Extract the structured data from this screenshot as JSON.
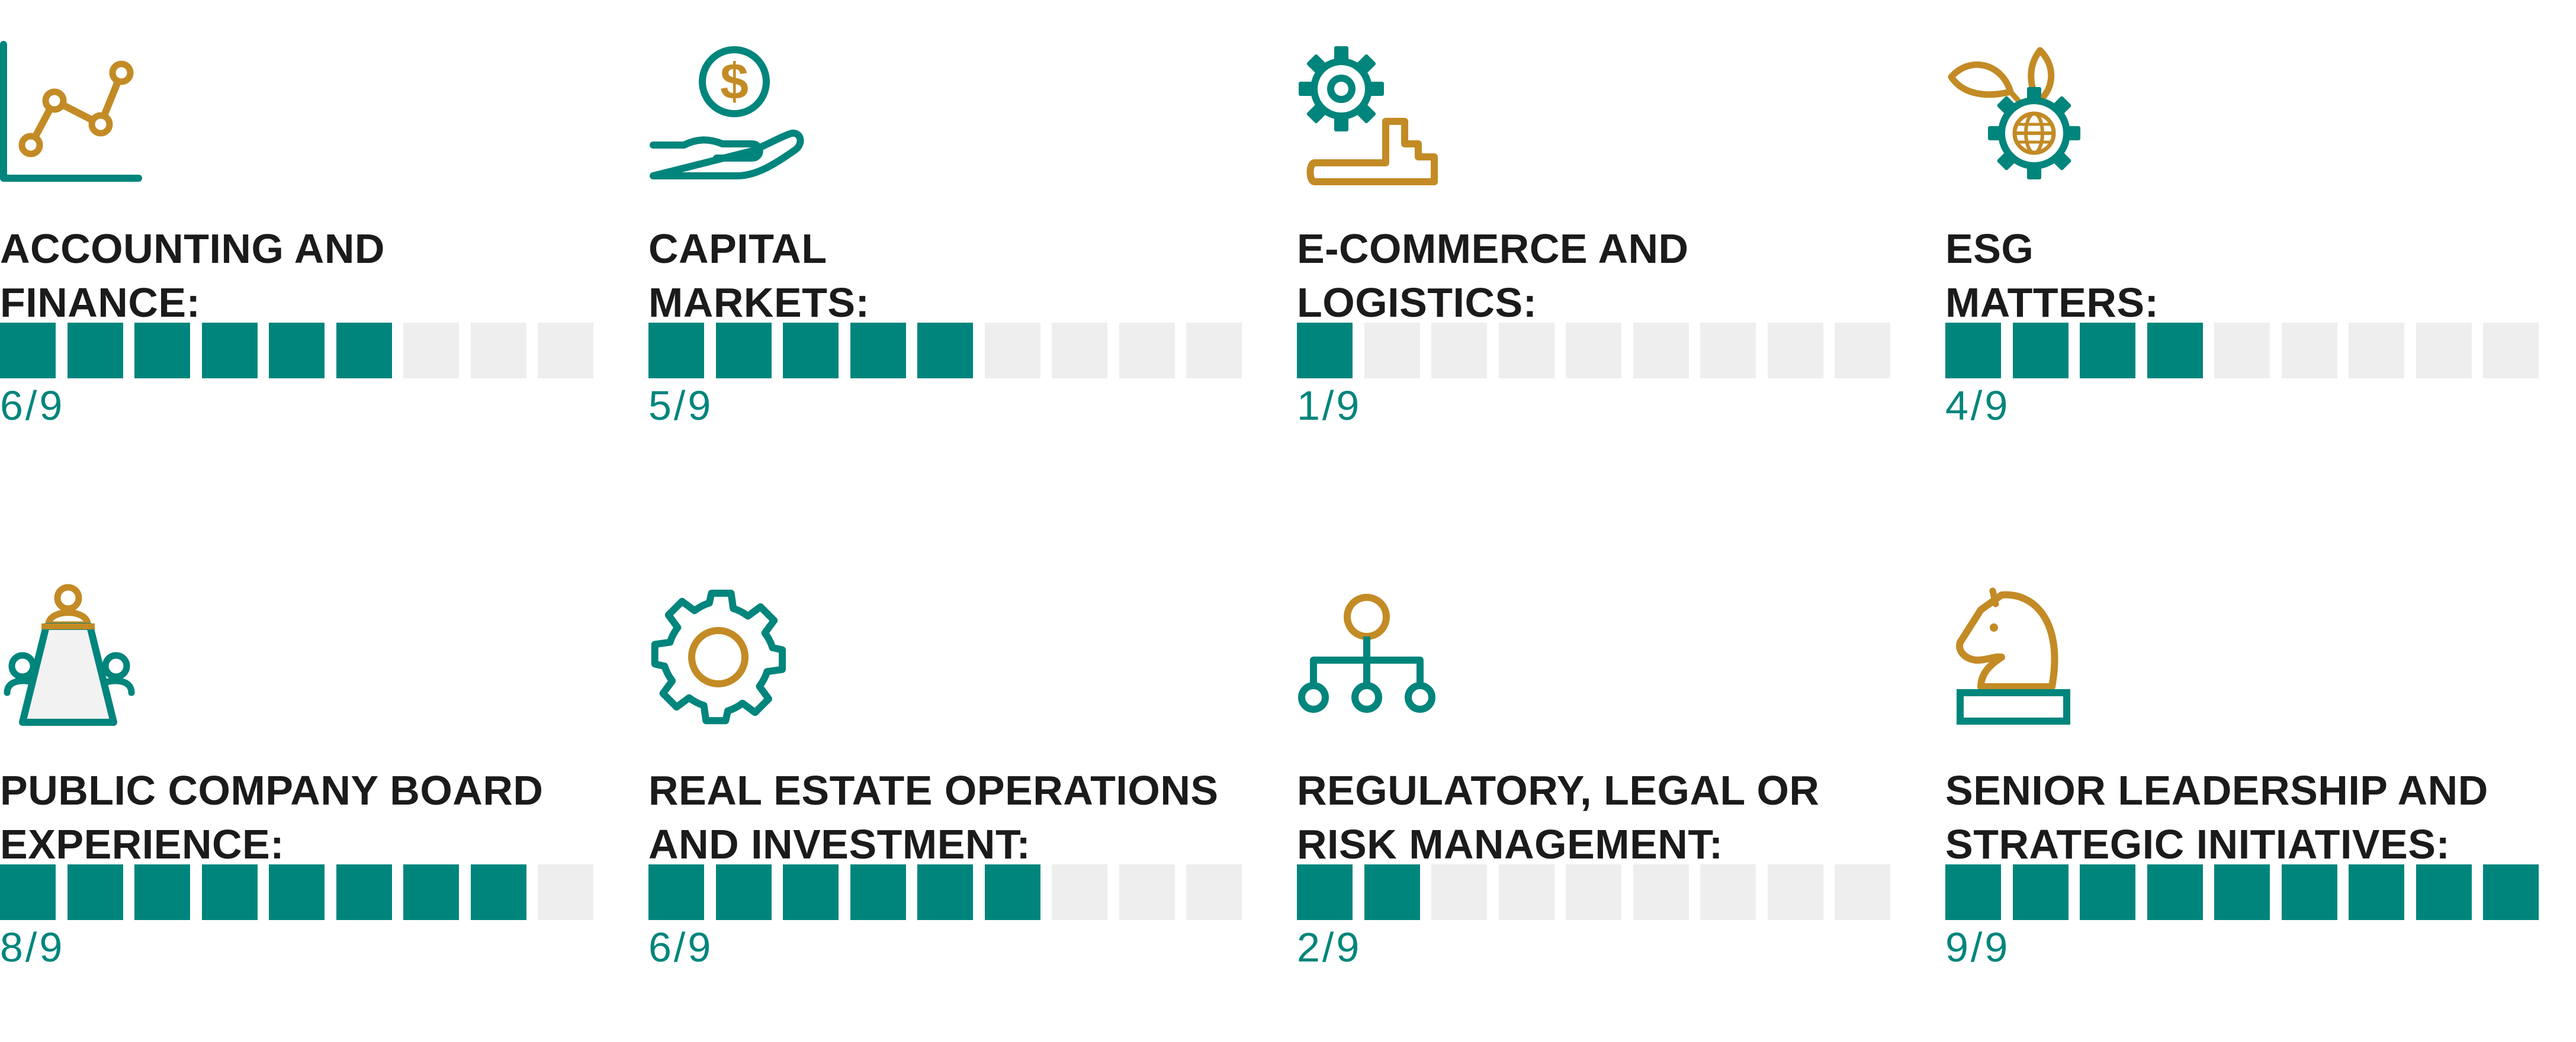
{
  "colors": {
    "teal": "#00857c",
    "gold": "#c38b25",
    "empty": "#eeeeee",
    "text": "#1b1b1b"
  },
  "skills": [
    {
      "icon": "line-chart-icon",
      "label_lines": [
        "ACCOUNTING AND",
        "FINANCE:"
      ],
      "filled": 6,
      "total": 9,
      "score": "6/9"
    },
    {
      "icon": "coin-hand-icon",
      "label_lines": [
        "CAPITAL",
        "MARKETS:"
      ],
      "filled": 5,
      "total": 9,
      "score": "5/9"
    },
    {
      "icon": "gear-conveyor-icon",
      "label_lines": [
        "E-COMMERCE AND",
        "LOGISTICS:"
      ],
      "filled": 1,
      "total": 9,
      "score": "1/9"
    },
    {
      "icon": "leaf-globe-gear-icon",
      "label_lines": [
        "ESG",
        "MATTERS:"
      ],
      "filled": 4,
      "total": 9,
      "score": "4/9"
    },
    {
      "icon": "boardroom-table-icon",
      "label_lines": [
        "PUBLIC COMPANY BOARD",
        "EXPERIENCE:"
      ],
      "filled": 8,
      "total": 9,
      "score": "8/9"
    },
    {
      "icon": "gear-icon",
      "label_lines": [
        "REAL ESTATE OPERATIONS",
        "AND INVESTMENT:"
      ],
      "filled": 6,
      "total": 9,
      "score": "6/9"
    },
    {
      "icon": "org-chart-icon",
      "label_lines": [
        "REGULATORY, LEGAL OR",
        "RISK MANAGEMENT:"
      ],
      "filled": 2,
      "total": 9,
      "score": "2/9"
    },
    {
      "icon": "chess-knight-icon",
      "label_lines": [
        "SENIOR LEADERSHIP AND",
        "STRATEGIC INITIATIVES:"
      ],
      "filled": 9,
      "total": 9,
      "score": "9/9"
    }
  ]
}
